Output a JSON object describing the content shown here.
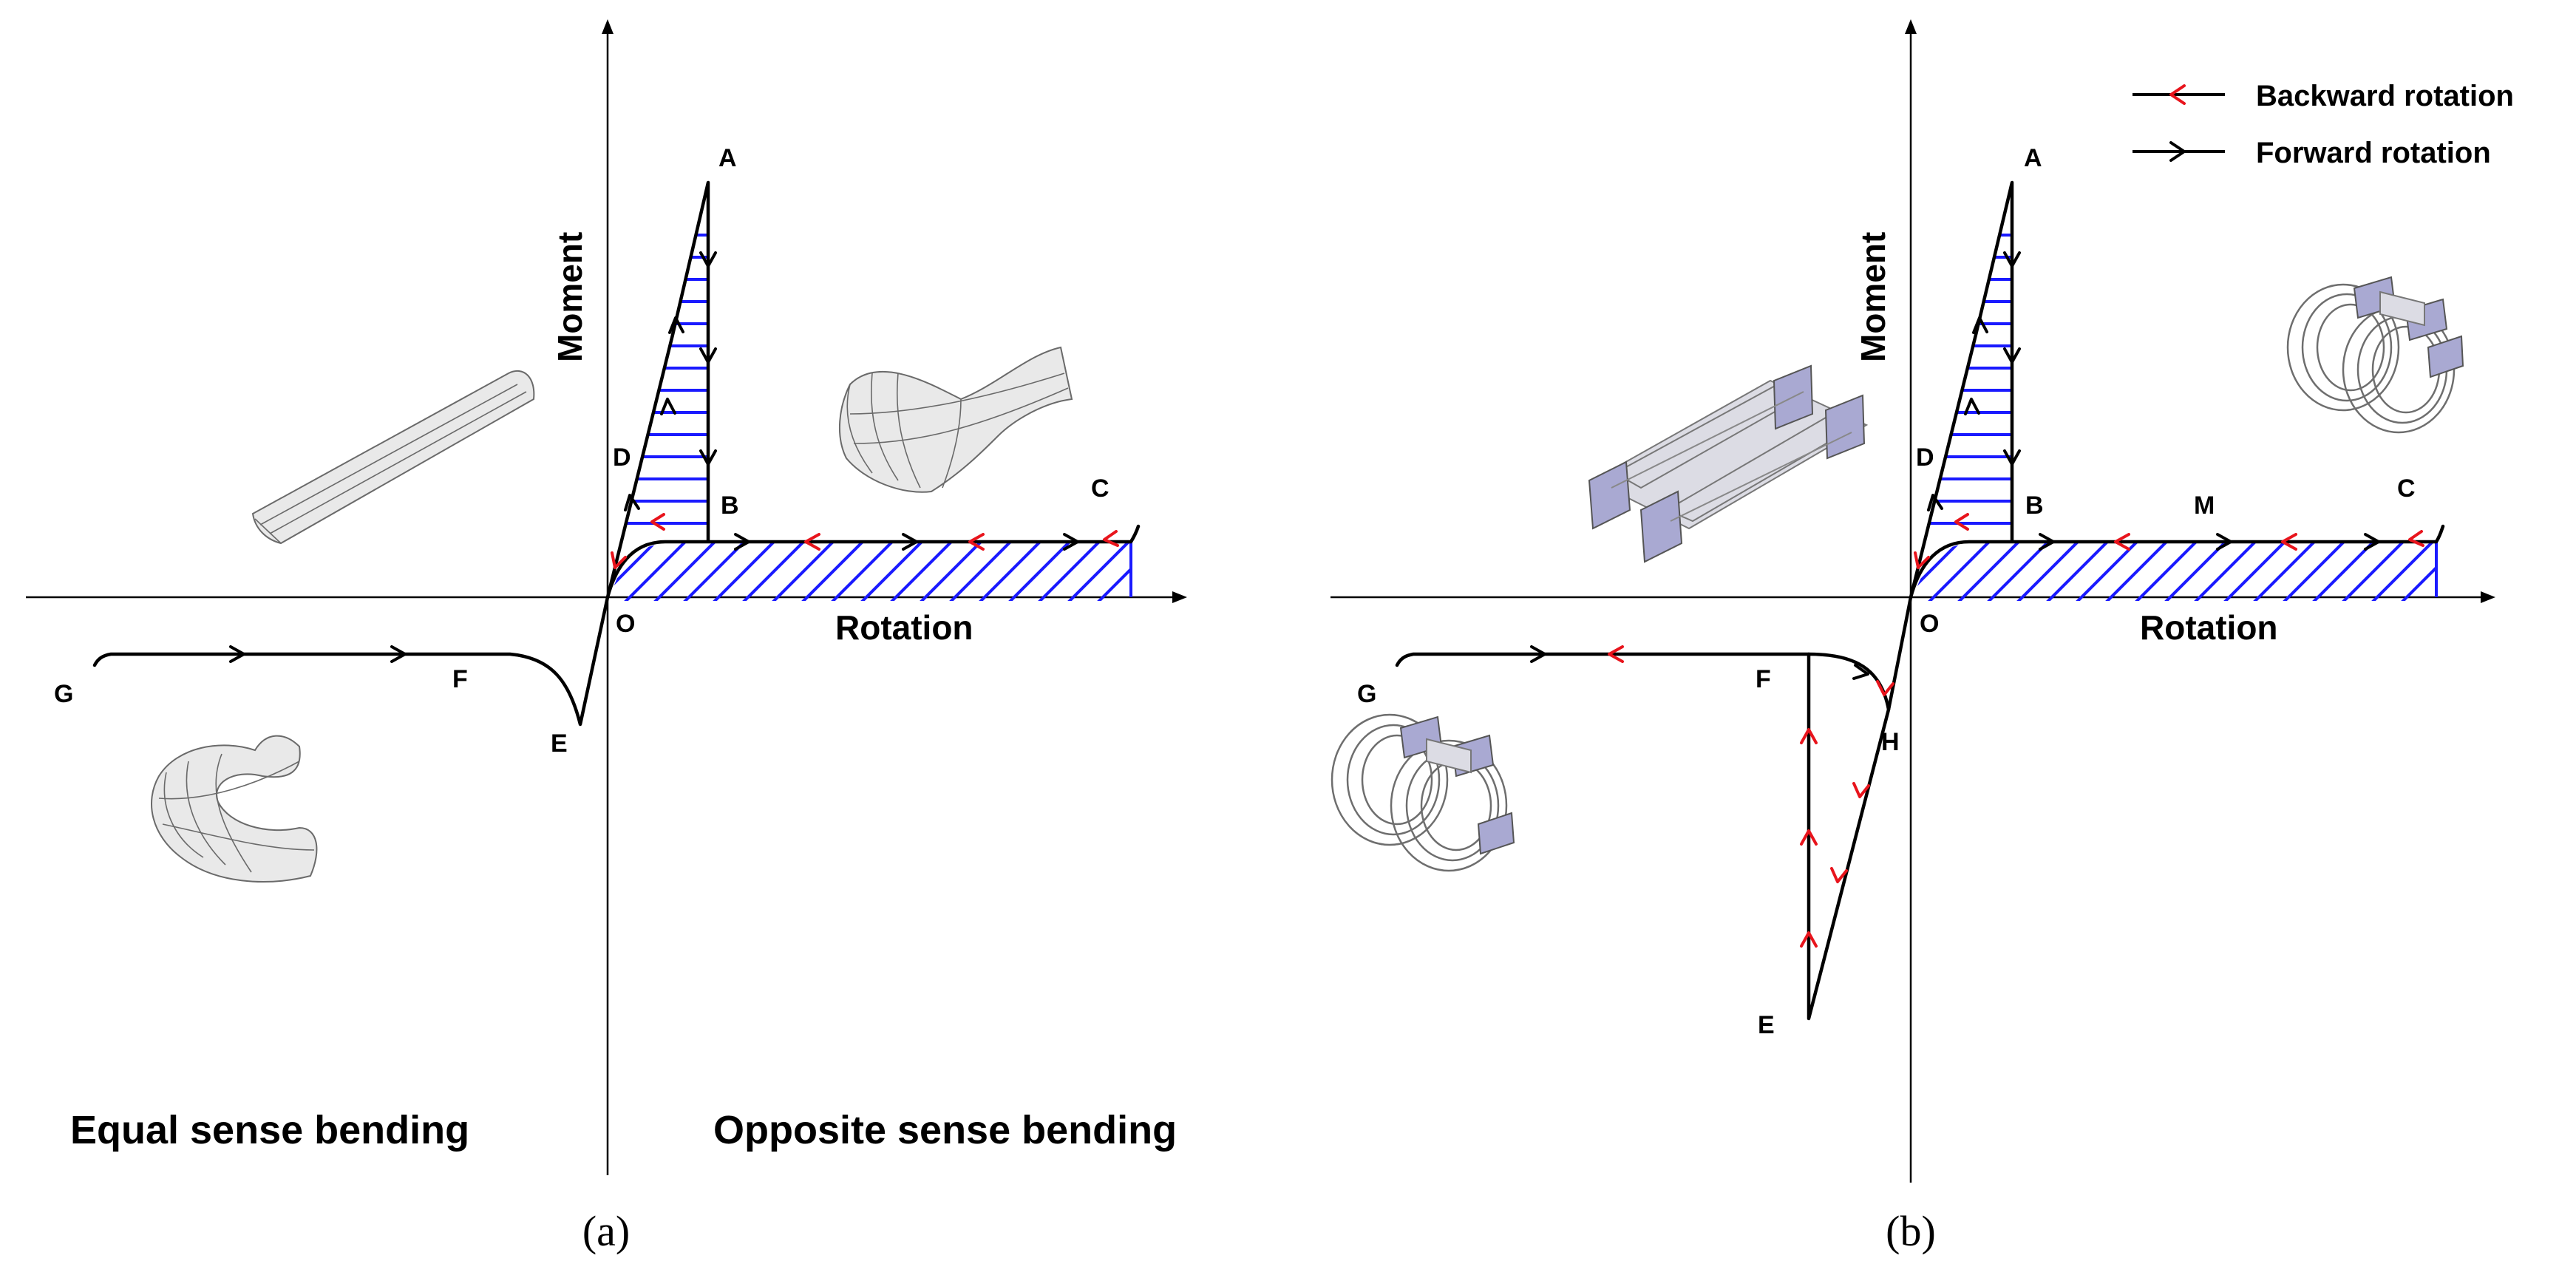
{
  "panels": [
    {
      "id": "a",
      "letter": "(a)",
      "y_axis_label": "Moment",
      "x_axis_label": "Rotation",
      "points": {
        "A": "A",
        "B": "B",
        "C": "C",
        "D": "D",
        "O": "O",
        "E": "E",
        "F": "F",
        "G": "G"
      },
      "captions": {
        "left": "Equal sense bending",
        "right": "Opposite sense bending"
      }
    },
    {
      "id": "b",
      "letter": "(b)",
      "y_axis_label": "Moment",
      "x_axis_label": "Rotation",
      "points": {
        "A": "A",
        "B": "B",
        "C": "C",
        "D": "D",
        "O": "O",
        "E": "E",
        "F": "F",
        "G": "G",
        "H": "H",
        "M": "M"
      }
    }
  ],
  "legend": {
    "backward": {
      "label": "Backward rotation",
      "color": "#e8141c"
    },
    "forward": {
      "label": "Forward rotation",
      "color": "#000000"
    }
  },
  "colors": {
    "hatch": "#1a1aff",
    "curve": "#000000"
  },
  "icons": [
    "cylindrical-shell-icon",
    "saddle-shell-icon",
    "u-shell-icon",
    "actuator-frame-icon",
    "coil-actuator-icon"
  ]
}
